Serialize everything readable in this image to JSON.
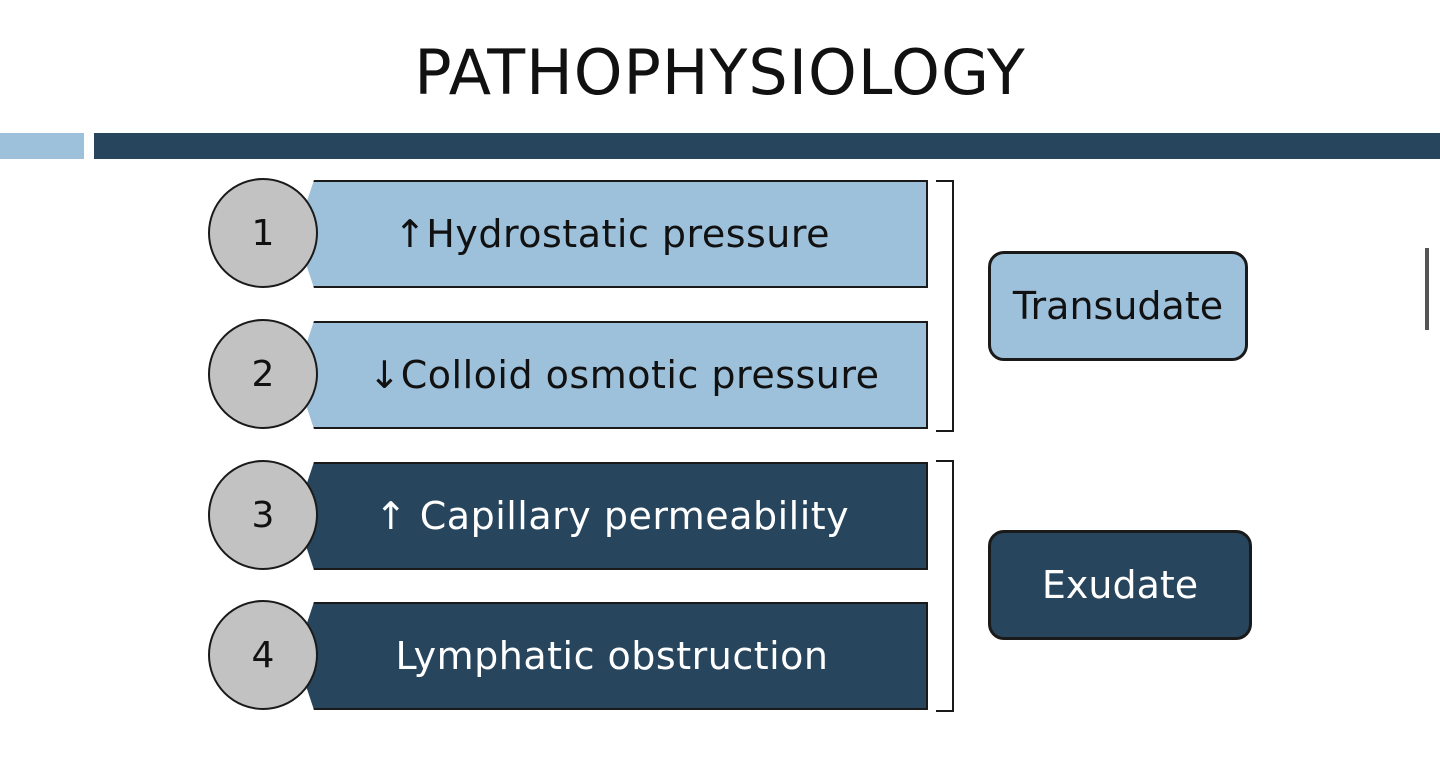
{
  "title": "PATHOPHYSIOLOGY",
  "factors": [
    {
      "number": "1",
      "label": "↑Hydrostatic pressure",
      "group": "transudate"
    },
    {
      "number": "2",
      "label": "↓Colloid osmotic pressure",
      "group": "transudate"
    },
    {
      "number": "3",
      "label": "↑ Capillary permeability",
      "group": "exudate"
    },
    {
      "number": "4",
      "label": "Lymphatic obstruction",
      "group": "exudate"
    }
  ],
  "results": {
    "transudate": "Transudate",
    "exudate": "Exudate"
  },
  "colors": {
    "light": "#9dc0db",
    "dark": "#27455c",
    "circle": "#c2c2c2"
  }
}
